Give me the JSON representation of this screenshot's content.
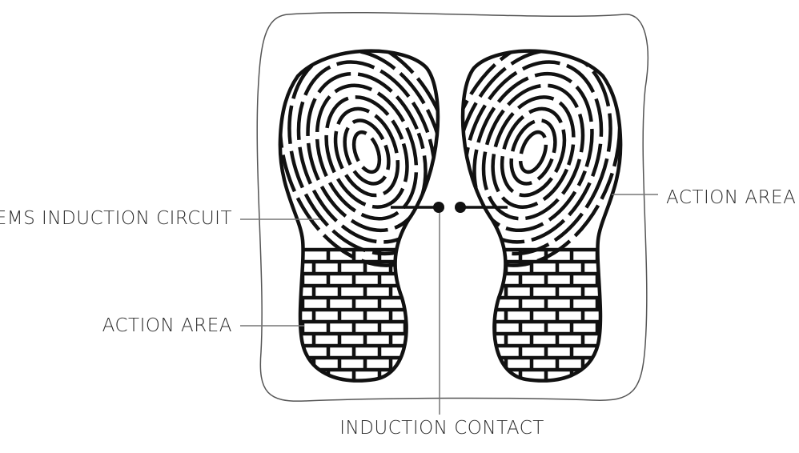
{
  "labels": {
    "ems_circuit": "EMS INDUCTION CIRCUIT",
    "action_area_left": "ACTION AREA",
    "action_area_right": "ACTION AREA",
    "induction_contact": "INDUCTION CONTACT"
  },
  "colors": {
    "outline": "#555555",
    "foot_stroke": "#111111",
    "text": "#2b2b2b"
  }
}
